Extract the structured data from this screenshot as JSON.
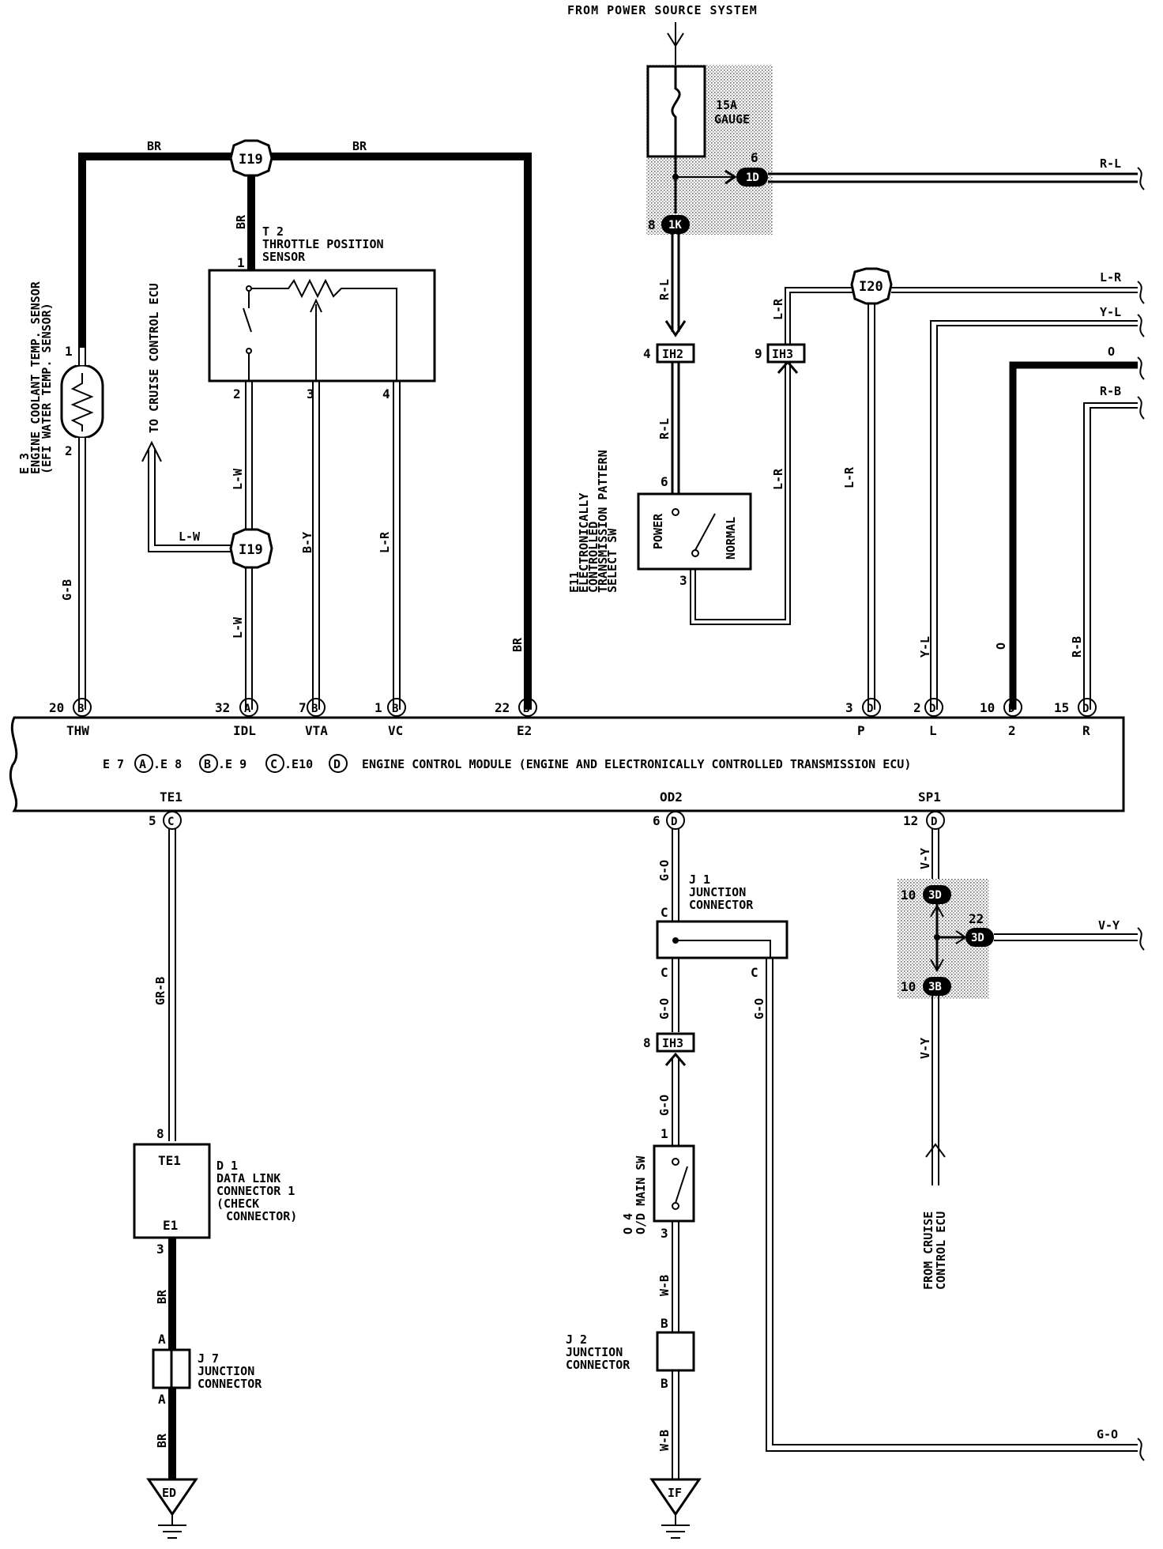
{
  "header": {
    "source_label": "FROM POWER SOURCE SYSTEM"
  },
  "fuse": {
    "rating": "15A",
    "name": "GAUGE"
  },
  "connectors": {
    "i19_top": "I19",
    "i19_mid": "I19",
    "i20": "I20",
    "c1d": "1D",
    "c1k": "1K",
    "ih2": "IH2",
    "ih3_top": "IH3",
    "ih3_bottom": "IH3",
    "c3d_top": "3D",
    "c3d_mid": "3D",
    "c3d_bottom": "3B",
    "ed": "ED",
    "if": "IF"
  },
  "components": {
    "e3": {
      "code": "E 3",
      "name": "ENGINE COOLANT TEMP. SENSOR",
      "sub": "(EFI WATER TEMP. SENSOR)"
    },
    "t2": {
      "code": "T 2",
      "name1": "THROTTLE POSITION",
      "name2": "SENSOR"
    },
    "cruise_to": "TO CRUISE CONTROL ECU",
    "e11": {
      "code": "E11",
      "l1": "ELECTRONICALLY",
      "l2": "CONTROLLED",
      "l3": "TRANSMISSION PATTERN",
      "l4": "SELECT SW",
      "pos1": "POWER",
      "pos2": "NORMAL"
    },
    "ecm": {
      "prefix": "E 7",
      "p2": ".E 8",
      "p3": ".E 9",
      "p4": ".E10",
      "name": "ENGINE CONTROL MODULE (ENGINE AND ELECTRONICALLY CONTROLLED TRANSMISSION ECU)"
    },
    "j1": {
      "code": "J 1",
      "name1": "JUNCTION",
      "name2": "CONNECTOR"
    },
    "d1": {
      "code": "D 1",
      "l1": "DATA LINK",
      "l2": "CONNECTOR 1",
      "l3": "(CHECK",
      "l4": "CONNECTOR)",
      "t1": "TE1",
      "t2": "E1"
    },
    "j7": {
      "code": "J 7",
      "name1": "JUNCTION",
      "name2": "CONNECTOR"
    },
    "o4": {
      "code": "O 4",
      "name": "O/D MAIN SW"
    },
    "j2": {
      "code": "J 2",
      "name1": "JUNCTION",
      "name2": "CONNECTOR"
    },
    "cruise_from": {
      "l1": "FROM CRUISE",
      "l2": "CONTROL ECU"
    }
  },
  "circle_letters": {
    "a": "A",
    "b": "B",
    "c": "C",
    "d": "D"
  },
  "ecm_terminals": {
    "thw": "THW",
    "idl": "IDL",
    "vta": "VTA",
    "vc": "VC",
    "e2": "E2",
    "p": "P",
    "l": "L",
    "two": "2",
    "r": "R",
    "te1": "TE1",
    "od2": "OD2",
    "sp1": "SP1"
  },
  "pins": {
    "thw": "20",
    "idl": "32",
    "vta": "7",
    "vc": "1",
    "e2": "22",
    "p": "3",
    "l": "2",
    "two": "10",
    "r": "15",
    "te1": "5",
    "od2": "6",
    "sp1": "12",
    "e3_1": "1",
    "e3_2": "2",
    "t2_1": "1",
    "t2_2": "2",
    "t2_3": "3",
    "t2_4": "4",
    "c1d": "6",
    "c1k": "8",
    "ih2": "4",
    "ih3": "9",
    "e11_6": "6",
    "e11_3": "3",
    "ih3b": "8",
    "o4_1": "1",
    "o4_3": "3",
    "d1_8": "8",
    "d1_3": "3",
    "c3d_top": "10",
    "c3d_mid": "22",
    "c3d_bottom": "10"
  },
  "wire_colors": {
    "br_left": "BR",
    "br_right": "BR",
    "br_t2": "BR",
    "gb": "G-B",
    "lw_1": "L-W",
    "lw_2": "L-W",
    "lw_3": "L-W",
    "by": "B-Y",
    "lr_vc": "L-R",
    "br_e2": "BR",
    "rl_out": "R-L",
    "rl_1": "R-L",
    "rl_2": "R-L",
    "lr_e11": "L-R",
    "lr_ih3": "L-R",
    "lr_p": "L-R",
    "lr_out": "L-R",
    "yl_out": "Y-L",
    "o_out": "O",
    "rb_out": "R-B",
    "yl_ecm": "Y-L",
    "o_ecm": "O",
    "rb_ecm": "R-B",
    "grb": "GR-B",
    "br_d1": "BR",
    "br_j7": "BR",
    "go_1": "G-O",
    "go_2": "G-O",
    "go_3": "G-O",
    "go_4": "G-O",
    "go_out": "G-O",
    "wb_1": "W-B",
    "wb_2": "W-B",
    "vy_1": "V-Y",
    "vy_2": "V-Y",
    "vy_out": "V-Y"
  },
  "junction_letters": {
    "c1": "C",
    "c2": "C",
    "c3": "C",
    "b1": "B",
    "b2": "B",
    "a1": "A",
    "a2": "A"
  }
}
